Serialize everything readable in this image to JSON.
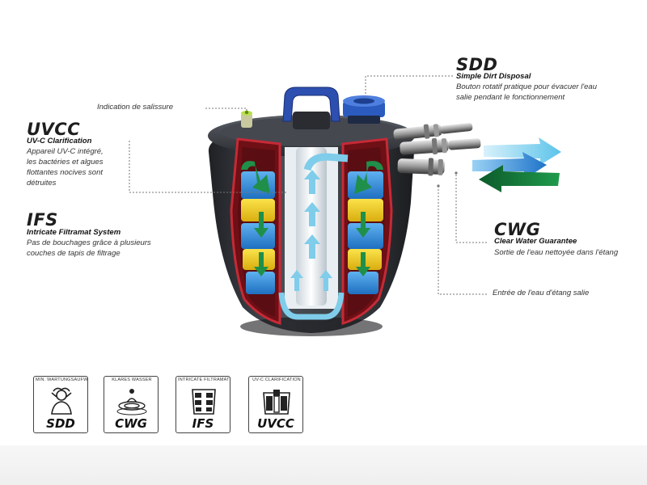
{
  "callouts": {
    "sdd": {
      "code": "SDD",
      "name": "Simple Dirt Disposal",
      "desc_line1": "Bouton rotatif pratique pour évacuer l'eau",
      "desc_line2": "salie pendant le fonctionnement"
    },
    "uvcc": {
      "code": "UVCC",
      "name": "UV-C Clarification",
      "desc_line1": "Appareil UV-C intégré,",
      "desc_line2": "les bactéries et algues",
      "desc_line3": "flottantes nocives sont",
      "desc_line4": "détruites"
    },
    "ifs": {
      "code": "IFS",
      "name": "Intricate Filtramat System",
      "desc_line1": "Pas de bouchages grâce à plusieurs",
      "desc_line2": "couches de tapis de filtrage"
    },
    "cwg": {
      "code": "CWG",
      "name": "Clear Water Guarantee",
      "desc_line1": "Sortie de l'eau nettoyée dans l'étang"
    }
  },
  "labels": {
    "dirt_indicator": "Indication de salissure",
    "dirty_inlet": "Entrée de l'eau d'étang salie"
  },
  "badges": [
    {
      "arc": "Min. Wartungsaufwand",
      "code": "SDD",
      "icon": "relaxed-person-icon"
    },
    {
      "arc": "Klares Wasser",
      "code": "CWG",
      "icon": "water-drop-icon"
    },
    {
      "arc": "Intricate Filtramat System",
      "code": "IFS",
      "icon": "filter-layers-icon"
    },
    {
      "arc": "UV-C Clarification",
      "code": "UVCC",
      "icon": "uv-lamp-icon"
    }
  ],
  "colors": {
    "filter_body": "#3a3d42",
    "cutaway_red": "#b01e2a",
    "sponge_blue": "#2f86d6",
    "sponge_yellow": "#f3cf1c",
    "flow_green": "#1f8f4a",
    "flow_light_blue": "#7fcdea",
    "handle_blue": "#2d4fb0",
    "leader_line": "#777777"
  }
}
